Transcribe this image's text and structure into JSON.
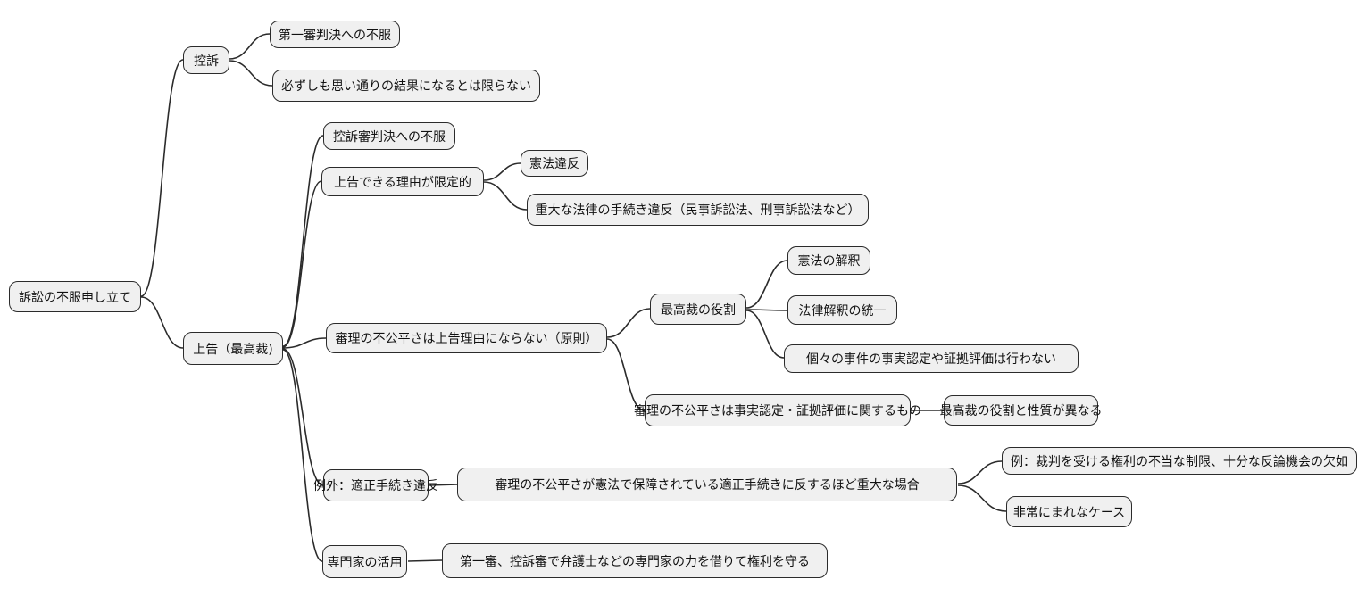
{
  "diagram": {
    "type": "mindmap",
    "language": "ja",
    "colors": {
      "background": "#ffffff",
      "node_fill": "#f0f0f0",
      "node_border": "#2b2b2b",
      "edge": "#2b2b2b",
      "text": "#111111"
    }
  },
  "tree": {
    "label": "訴訟の不服申し立て",
    "children": [
      {
        "label": "控訴",
        "children": [
          {
            "label": "第一審判決への不服"
          },
          {
            "label": "必ずしも思い通りの結果になるとは限らない"
          }
        ]
      },
      {
        "label": "上告（最高裁)",
        "children": [
          {
            "label": "控訴審判決への不服"
          },
          {
            "label": "上告できる理由が限定的",
            "children": [
              {
                "label": "憲法違反"
              },
              {
                "label": "重大な法律の手続き違反（民事訴訟法、刑事訴訟法など）"
              }
            ]
          },
          {
            "label": "審理の不公平さは上告理由にならない（原則）",
            "children": [
              {
                "label": "最高裁の役割",
                "children": [
                  {
                    "label": "憲法の解釈"
                  },
                  {
                    "label": "法律解釈の統一"
                  },
                  {
                    "label": "個々の事件の事実認定や証拠評価は行わない"
                  }
                ]
              },
              {
                "label": "審理の不公平さは事実認定・証拠評価に関するもの",
                "children": [
                  {
                    "label": "最高裁の役割と性質が異なる"
                  }
                ]
              }
            ]
          },
          {
            "label": "例外：適正手続き違反",
            "children": [
              {
                "label": "審理の不公平さが憲法で保障されている適正手続きに反するほど重大な場合",
                "children": [
                  {
                    "label": "例：裁判を受ける権利の不当な制限、十分な反論機会の欠如"
                  },
                  {
                    "label": "非常にまれなケース"
                  }
                ]
              }
            ]
          },
          {
            "label": "専門家の活用",
            "children": [
              {
                "label": "第一審、控訴審で弁護士などの専門家の力を借りて権利を守る"
              }
            ]
          }
        ]
      }
    ]
  }
}
